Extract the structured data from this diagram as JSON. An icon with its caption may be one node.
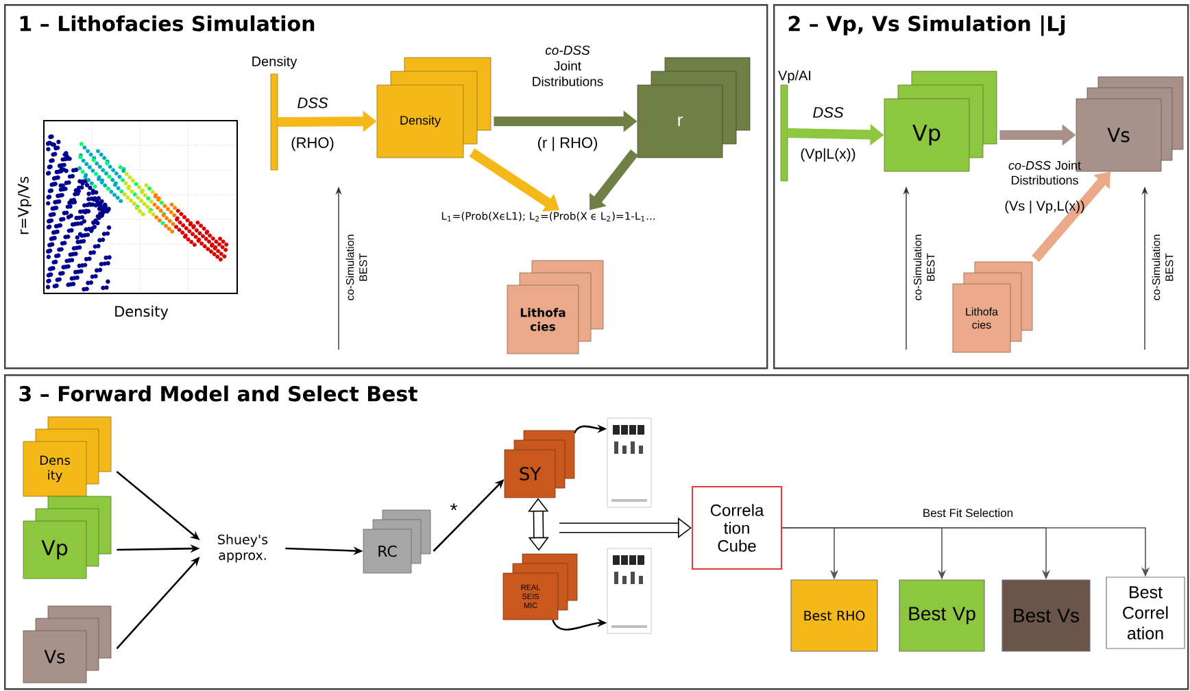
{
  "diagram": {
    "nodes": [
      {
        "text": [
          "1 –  Lithofacies Simulation"
        ]
      },
      {
        "text": [
          "Density"
        ],
        "in": 0
      },
      {
        "text": [
          "Density"
        ],
        "in": 0
      },
      {
        "text": [
          "r"
        ],
        "in": 0
      },
      {
        "text": [
          "L$_{1}$=(Prob(XϵL1); L$_{2}$=(Prob(X ϵ L$_{2}$)=1-L$_{1}$..."
        ],
        "in": 0
      },
      {
        "text": [
          "Lithofa cies"
        ],
        "in": 0
      },
      {
        "text": [
          "2 –  Vp, Vs Simulation |Lj"
        ]
      },
      {
        "text": [
          "Vp/AI"
        ],
        "in": 6
      },
      {
        "text": [
          "Vp"
        ],
        "in": 6
      },
      {
        "text": [
          "Vs"
        ],
        "in": 6
      },
      {
        "text": [
          "Lithofa cies"
        ],
        "in": 6
      },
      {
        "text": [
          "3 –  Forward Model and Select Best"
        ]
      },
      {
        "text": [
          "Dens ity"
        ],
        "in": 11
      },
      {
        "text": [
          "Vp"
        ],
        "in": 11
      },
      {
        "text": [
          "Vs"
        ],
        "in": 11
      },
      {
        "text": [
          "Shuey's approx."
        ],
        "in": 11
      },
      {
        "text": [
          "RC"
        ],
        "in": 11
      },
      {
        "text": [
          "SY"
        ],
        "in": 11
      },
      {
        "text": [
          "REAL SEIS MIC"
        ],
        "in": 11
      },
      {
        "text": [],
        "shape": "picture",
        "in": 11
      },
      {
        "text": [],
        "shape": "picture",
        "in": 11
      },
      {
        "text": [
          "Correla tion Cube"
        ],
        "in": 11
      },
      {
        "text": [
          "Best RHO"
        ],
        "in": 11
      },
      {
        "text": [
          "Best Vp"
        ],
        "in": 11
      },
      {
        "text": [
          "Best Vs"
        ],
        "in": 11
      },
      {
        "text": [
          "Best Correl ation"
        ],
        "in": 11
      }
    ],
    "edges": [
      {
        "from": 1,
        "to": 2,
        "arrow": "to",
        "label": "DSS",
        "style": "thick",
        "color": "#f5b819"
      },
      {
        "from": 2,
        "to": 3,
        "arrow": "to",
        "label": "*co-DSS* Joint Distributions",
        "style": "thick",
        "color": "#6f7f45"
      },
      {
        "from": 2,
        "to": 4,
        "arrow": "to",
        "style": "thick",
        "color": "#f5b819"
      },
      {
        "from": 3,
        "to": 4,
        "arrow": "to",
        "style": "thick",
        "color": "#6f7f45"
      },
      {
        "from": 7,
        "to": 8,
        "arrow": "to",
        "label": "DSS",
        "style": "thick",
        "color": "#8dc63f"
      },
      {
        "from": 8,
        "to": 9,
        "arrow": "to",
        "label": "*co-DSS* Joint Distributions",
        "style": "thick",
        "color": "#a89189"
      },
      {
        "from": 10,
        "to": 9,
        "arrow": "to",
        "style": "thick",
        "color": "#eaa988"
      },
      {
        "from": 12,
        "to": 15,
        "arrow": "to"
      },
      {
        "from": 13,
        "to": 15,
        "arrow": "to"
      },
      {
        "from": 14,
        "to": 15,
        "arrow": "to"
      },
      {
        "from": 15,
        "to": 16,
        "arrow": "to"
      },
      {
        "from": 16,
        "to": 17,
        "arrow": "to",
        "label": "*"
      },
      {
        "from": 17,
        "to": 18,
        "arrow": "both",
        "style": "thick"
      },
      {
        "from": 17,
        "to": 19,
        "arrow": "to"
      },
      {
        "from": 18,
        "to": 20,
        "arrow": "to"
      },
      {
        "from": null,
        "to": 21,
        "arrow": "to",
        "style": "thick"
      },
      {
        "from": 21,
        "to": 22,
        "arrow": "to",
        "color": "#555555"
      },
      {
        "from": 21,
        "to": 23,
        "arrow": "to",
        "label": "Best Fit Selection",
        "color": "#555555"
      },
      {
        "from": 21,
        "to": 24,
        "arrow": "to",
        "color": "#555555"
      },
      {
        "from": 21,
        "to": 25,
        "arrow": "to",
        "color": "#555555"
      }
    ],
    "labels": [
      "r=Vp/Vs",
      "Density",
      "(RHO)",
      "(r | RHO)",
      "co-Simulation BEST",
      "(Vp|L(x))",
      "(Vs | Vp,L(x))",
      "co-Simulation BEST",
      "co-Simulation BEST"
    ]
  }
}
